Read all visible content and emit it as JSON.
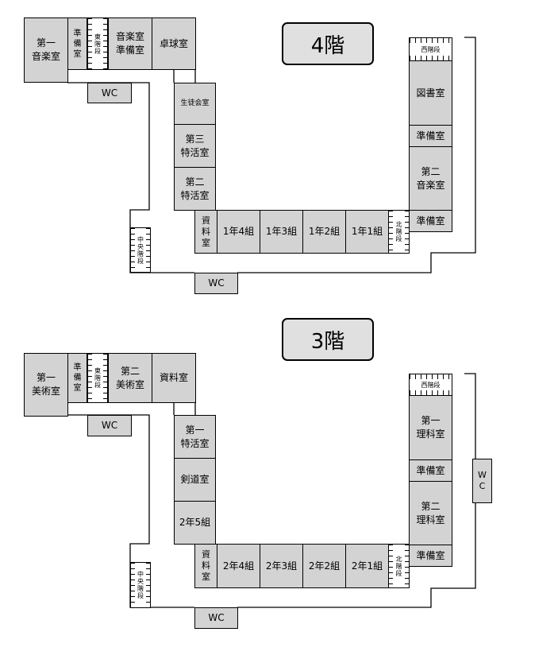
{
  "floor4": {
    "title": "4階",
    "rooms": {
      "music1": "第一\n音楽室",
      "prep_a": "準\n備\n室",
      "music_prep": "音楽室\n準備室",
      "pingpong": "卓球室",
      "wc_top": "WC",
      "student_council": "生徒会室",
      "special3": "第三\n特活室",
      "special2": "第二\n特活室",
      "materials": "資\n料\n室",
      "class14": "1年4組",
      "class13": "1年3組",
      "class12": "1年2組",
      "class11": "1年1組",
      "library": "図書室",
      "prep_b": "準備室",
      "music2": "第二\n音楽室",
      "prep_c": "準備室",
      "wc_bottom": "WC"
    },
    "stairs": {
      "east": "東\n階\n段",
      "west": "西階段",
      "central": "中\n央\n階\n段",
      "north": "北\n階\n段"
    }
  },
  "floor3": {
    "title": "3階",
    "rooms": {
      "art1": "第一\n美術室",
      "prep_a": "準\n備\n室",
      "art2": "第二\n美術室",
      "materials_top": "資料室",
      "wc_top": "WC",
      "special1": "第一\n特活室",
      "kendo": "剣道室",
      "class25": "2年5組",
      "materials": "資\n料\n室",
      "class24": "2年4組",
      "class23": "2年3組",
      "class22": "2年2組",
      "class21": "2年1組",
      "science1": "第一\n理科室",
      "prep_b": "準備室",
      "science2": "第二\n理科室",
      "prep_c": "準備室",
      "wc_right": "W\nC",
      "wc_bottom": "WC"
    },
    "stairs": {
      "east": "東\n階\n段",
      "west": "西階段",
      "central": "中\n央\n階\n段",
      "north": "北\n階\n段"
    }
  }
}
